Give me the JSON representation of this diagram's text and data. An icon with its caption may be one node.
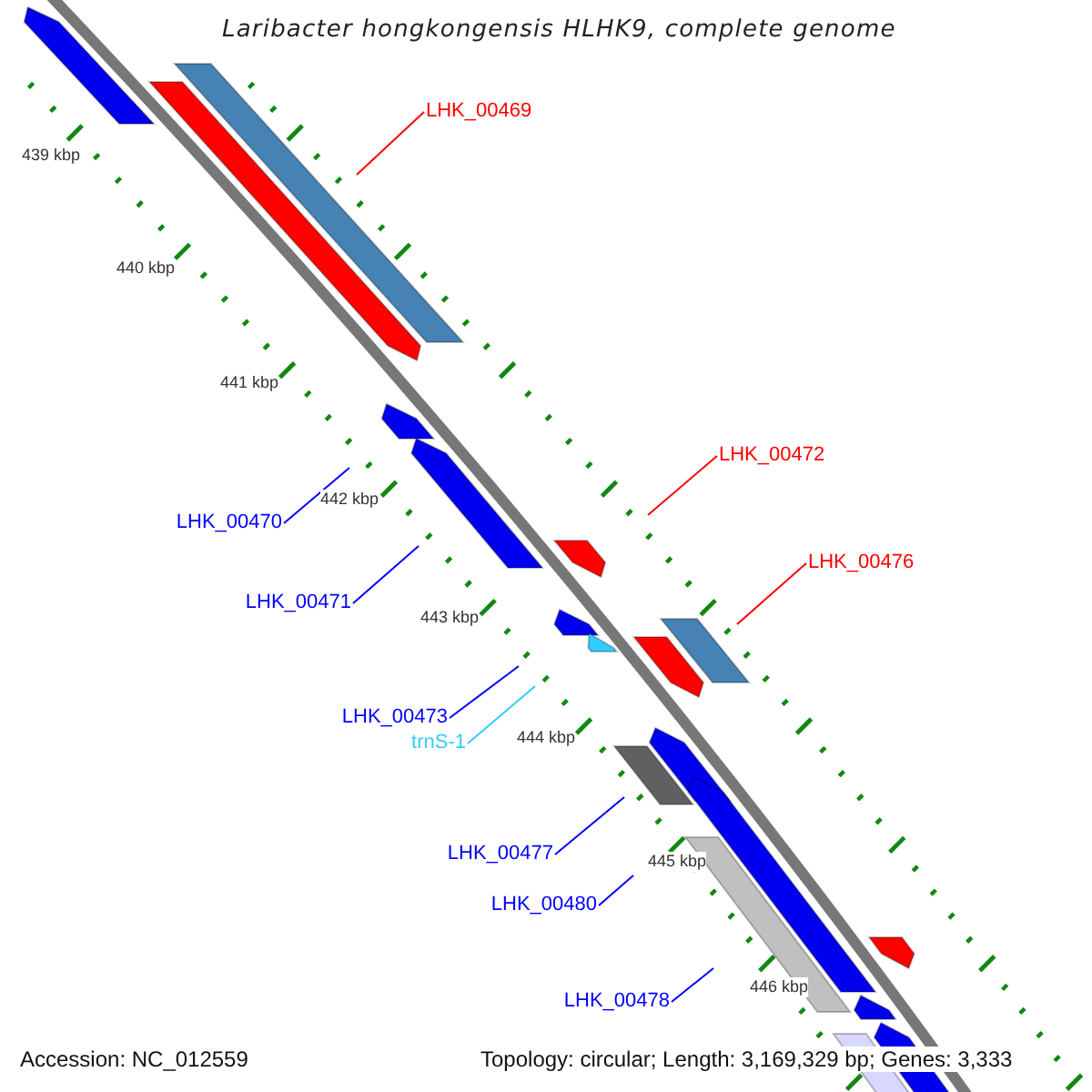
{
  "diagram": {
    "title": "Laribacter hongkongensis HLHK9, complete genome",
    "nodes": [
      {
        "text": [
          "LHK_00469"
        ]
      },
      {
        "text": [
          "LHK_00472"
        ]
      },
      {
        "text": [
          "LHK_00476"
        ]
      },
      {
        "text": [
          "LHK_00470"
        ]
      },
      {
        "text": [
          "LHK_00471"
        ]
      },
      {
        "text": [
          "LHK_00473"
        ]
      },
      {
        "text": [
          "trnS-1"
        ]
      },
      {
        "text": [
          "LHK_00477"
        ]
      },
      {
        "text": [
          "LHK_00480"
        ]
      },
      {
        "text": [
          "LHK_00478"
        ]
      }
    ],
    "edges": [
      {
        "from": 0,
        "to": null,
        "arrow": "none",
        "color": "#ff0000"
      },
      {
        "from": 1,
        "to": null,
        "arrow": "none",
        "color": "#ff0000"
      },
      {
        "from": 2,
        "to": null,
        "arrow": "none",
        "color": "#ff0000"
      },
      {
        "from": 3,
        "to": null,
        "arrow": "none"
      },
      {
        "from": 4,
        "to": null,
        "arrow": "none"
      },
      {
        "from": 5,
        "to": null,
        "arrow": "none"
      },
      {
        "from": 6,
        "to": null,
        "arrow": "none",
        "color": "#33ccff"
      },
      {
        "from": 7,
        "to": null,
        "arrow": "none"
      },
      {
        "from": 8,
        "to": null,
        "arrow": "none"
      },
      {
        "from": 9,
        "to": null,
        "arrow": "none"
      }
    ],
    "labels": [
      "439 kbp",
      "440 kbp",
      "441 kbp",
      "442 kbp",
      "443 kbp",
      "444 kbp",
      "445 kbp",
      "446 kbp",
      "Accession: NC_012559",
      "Topology: circular; Length: 3,169,329 bp; Genes: 3,333"
    ]
  }
}
